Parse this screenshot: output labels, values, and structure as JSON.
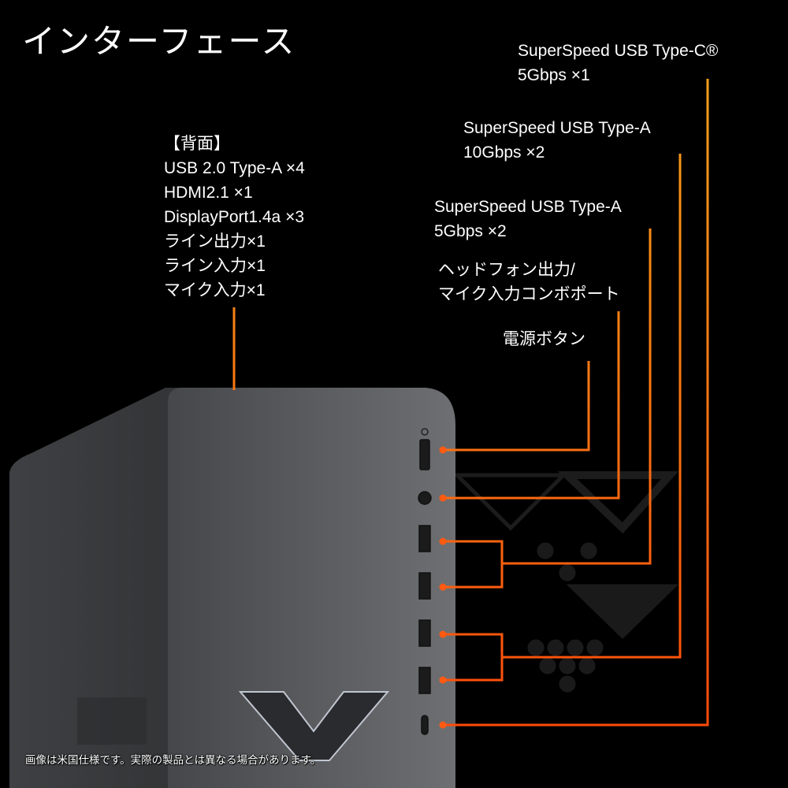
{
  "title": "インターフェース",
  "rear": {
    "heading": "【背面】",
    "items": [
      "USB 2.0 Type-A ×4",
      "HDMI2.1 ×1",
      "DisplayPort1.4a ×3",
      "ライン出力×1",
      "ライン入力×1",
      "マイク入力×1"
    ]
  },
  "labels": {
    "usb_c": [
      "SuperSpeed USB Type-C®",
      "5Gbps ×1"
    ],
    "usb_a_10g": [
      "SuperSpeed USB Type-A",
      "10Gbps ×2"
    ],
    "usb_a_5g": [
      "SuperSpeed USB Type-A",
      "5Gbps ×2"
    ],
    "headphone": [
      "ヘッドフォン出力/",
      "マイク入力コンボポート"
    ],
    "power": "電源ボタン"
  },
  "note": "画像は米国仕様です。実際の製品とは異なる場合があります。",
  "colors": {
    "line_top": "#f5a21a",
    "line_bottom": "#ff4a0a",
    "case": "#5a5b5d"
  }
}
